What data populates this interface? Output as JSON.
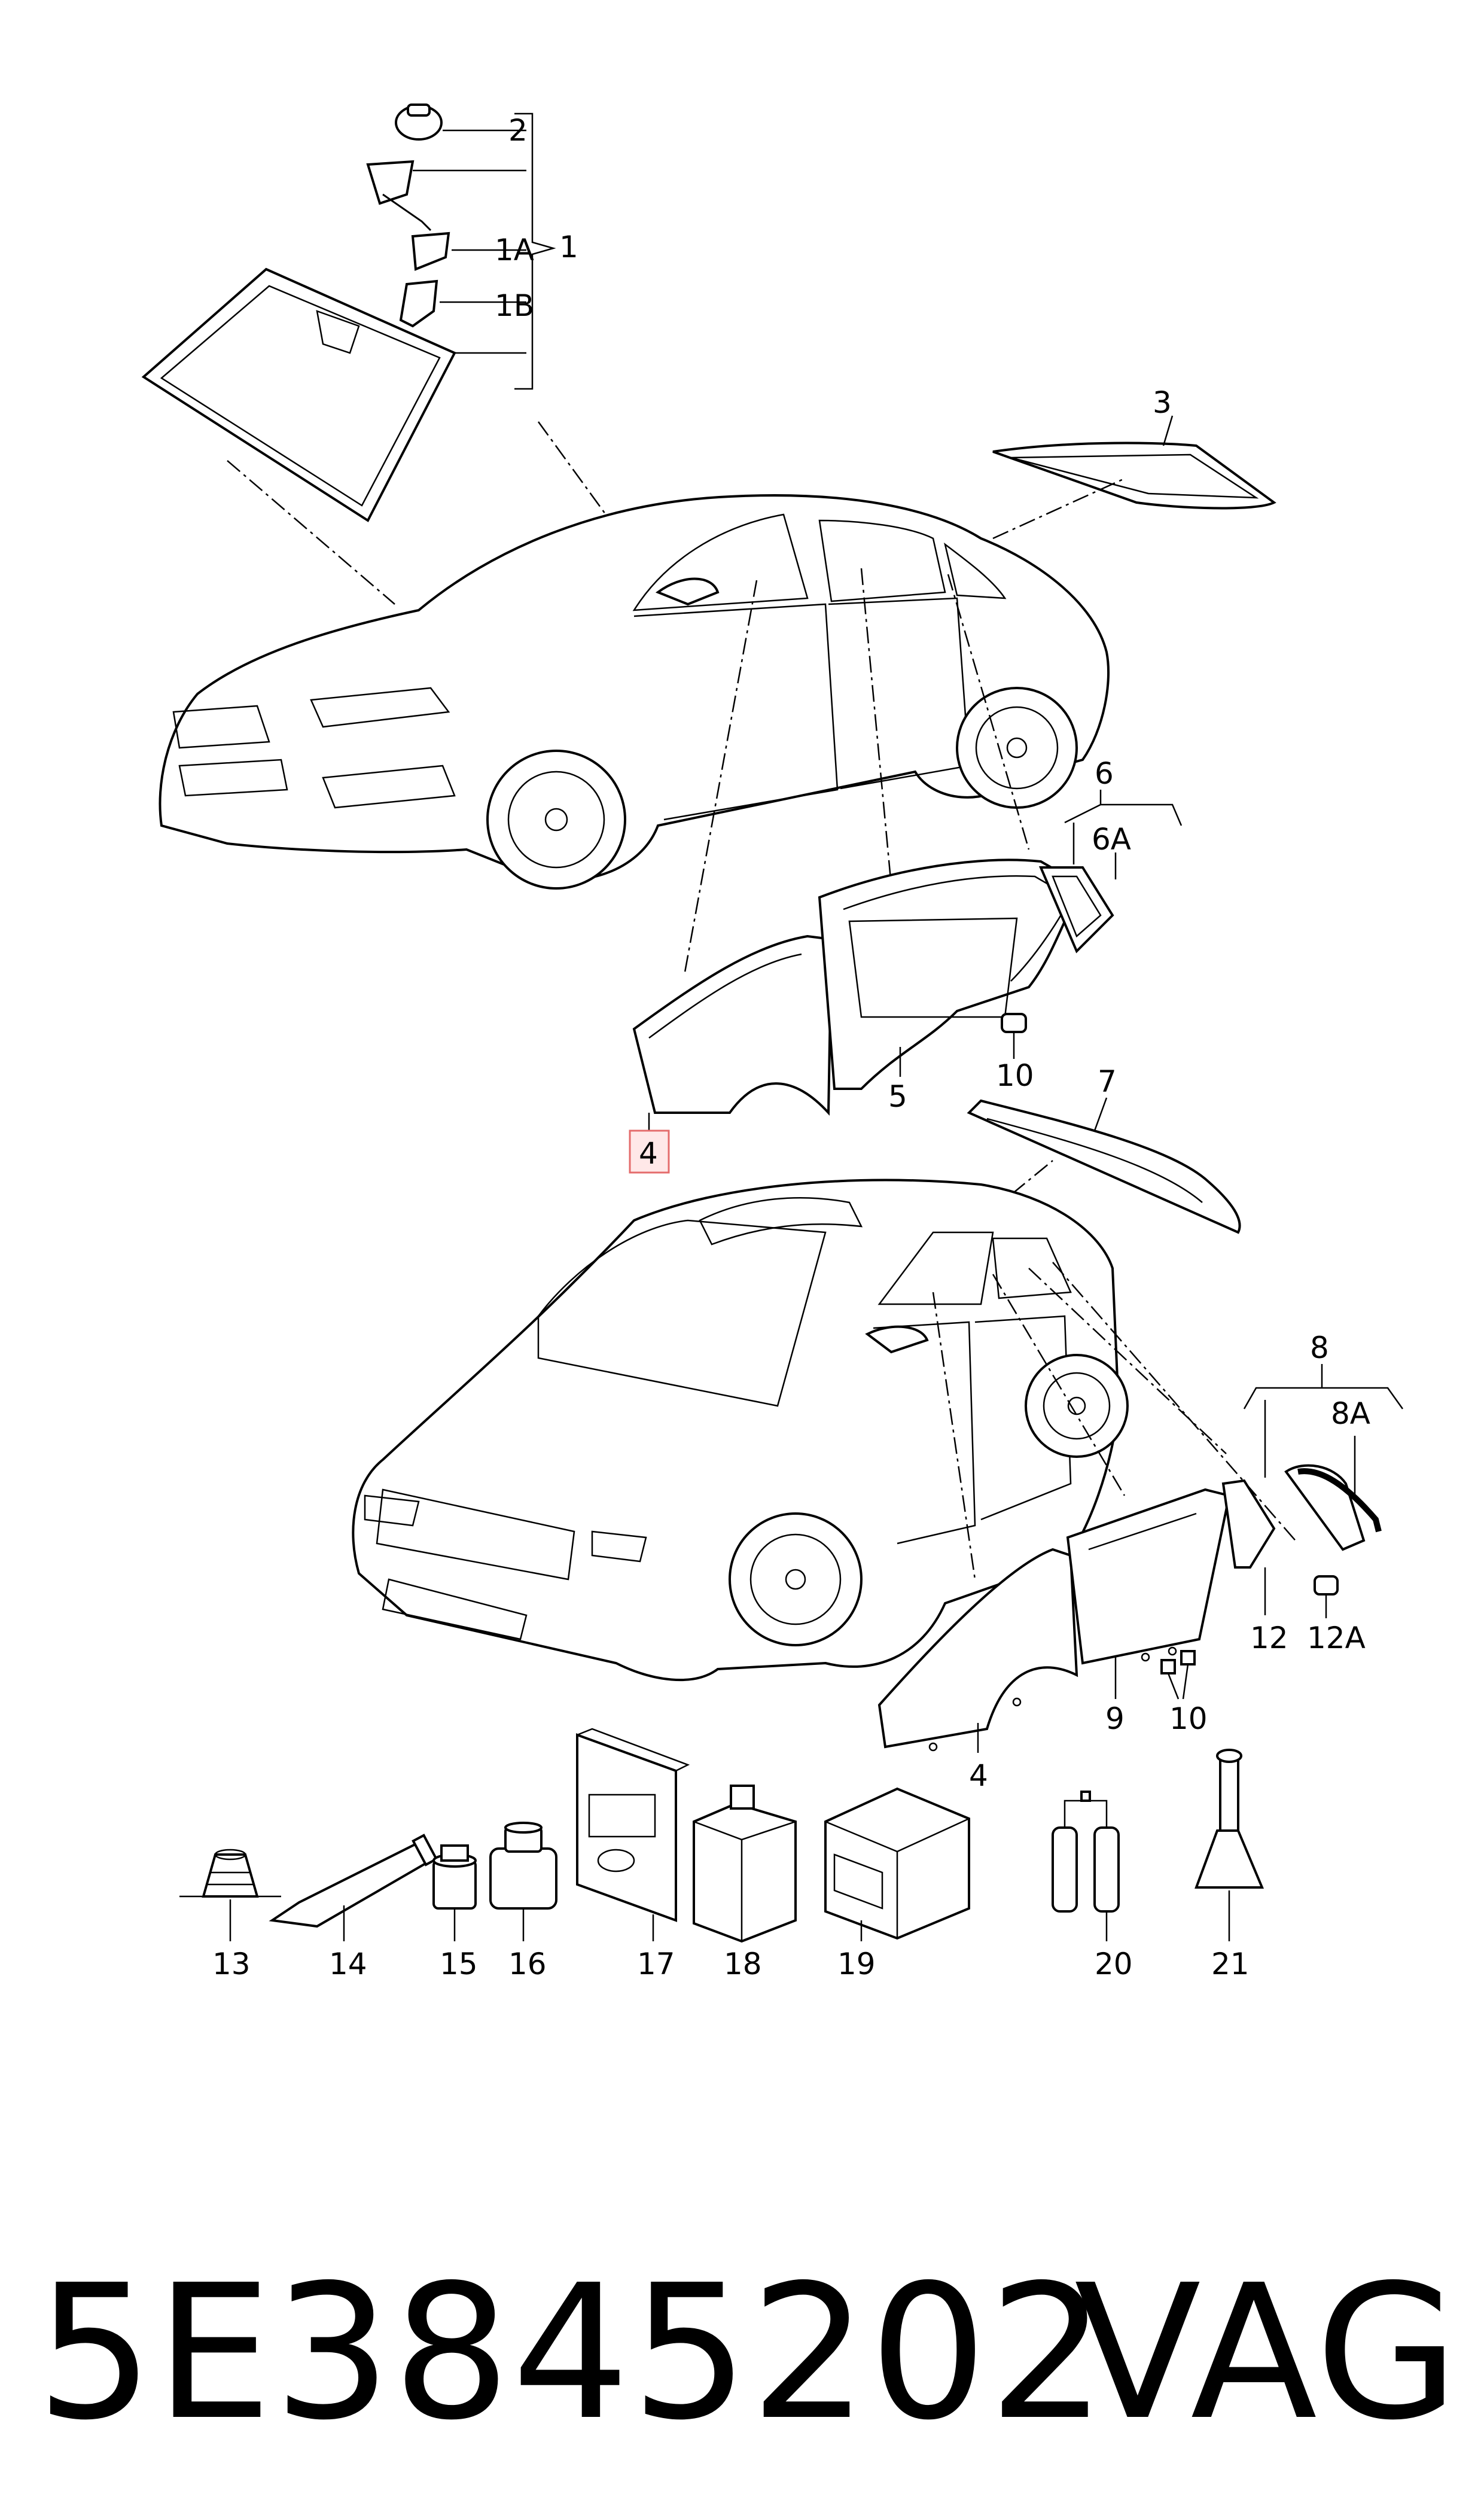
{
  "callouts": {
    "c1": "1",
    "c1a": "1A",
    "c1b": "1B",
    "c2": "2",
    "c3": "3",
    "c4_top": "4",
    "c4_bottom": "4",
    "c5": "5",
    "c6": "6",
    "c6a": "6A",
    "c7": "7",
    "c8": "8",
    "c8a": "8A",
    "c9": "9",
    "c10_top": "10",
    "c10_bottom": "10",
    "c12": "12",
    "c12a": "12A",
    "c13": "13",
    "c14": "14",
    "c15": "15",
    "c16": "16",
    "c17": "17",
    "c18": "18",
    "c19": "19",
    "c20": "20",
    "c21": "21"
  },
  "highlighted_callout": "4",
  "part_number": "5E3845202",
  "brand": "VAG"
}
